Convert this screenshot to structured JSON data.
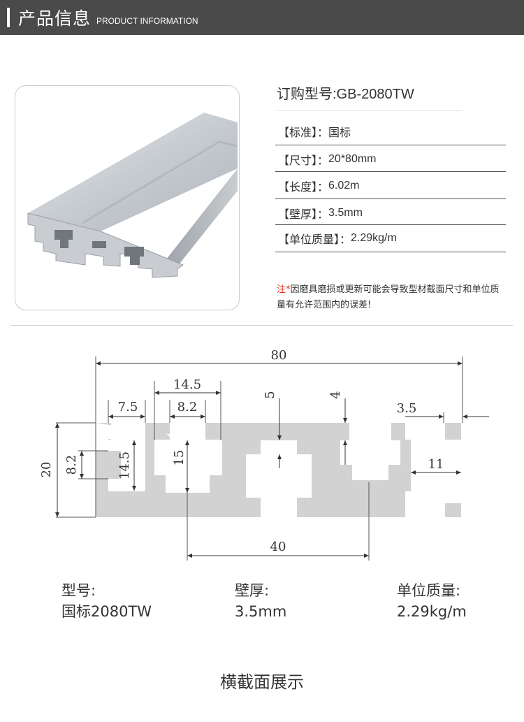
{
  "header": {
    "title_cn": "产品信息",
    "title_en": "PRODUCT INFORMATION"
  },
  "spec": {
    "model": "订购型号:GB-2080TW",
    "rows": [
      {
        "label": "【标准】：",
        "value": "国标"
      },
      {
        "label": "【尺寸】：",
        "value": "20*80mm"
      },
      {
        "label": "【长度】：",
        "value": "6.02m"
      },
      {
        "label": "【壁厚】：",
        "value": "3.5mm"
      },
      {
        "label": "【单位质量】：",
        "value": "2.29kg/m"
      }
    ]
  },
  "note": {
    "prefix": "注",
    "star": "*",
    "text": "因磨具磨损或更新可能会导致型材截面尺寸和单位质量有允许范围内的误差!"
  },
  "drawing": {
    "dims": {
      "total_width": "80",
      "d14_5_top": "14.5",
      "d7_5": "7.5",
      "d8_2_top": "8.2",
      "d5": "5",
      "d4": "4",
      "d3_5": "3.5",
      "d20": "20",
      "d8_2_left": "8.2",
      "d14_5_left": "14.5",
      "d15": "15",
      "d11": "11",
      "d40": "40"
    }
  },
  "info": {
    "model_label": "型号:",
    "model_value": "国标2080TW",
    "wall_label": "壁厚:",
    "wall_value": "3.5mm",
    "weight_label": "单位质量:",
    "weight_value": "2.29kg/m"
  },
  "caption": "横截面展示",
  "colors": {
    "header_bg": "#4a4a4a",
    "profile_fill": "#d2d2d2",
    "note_star": "#e0362c"
  }
}
